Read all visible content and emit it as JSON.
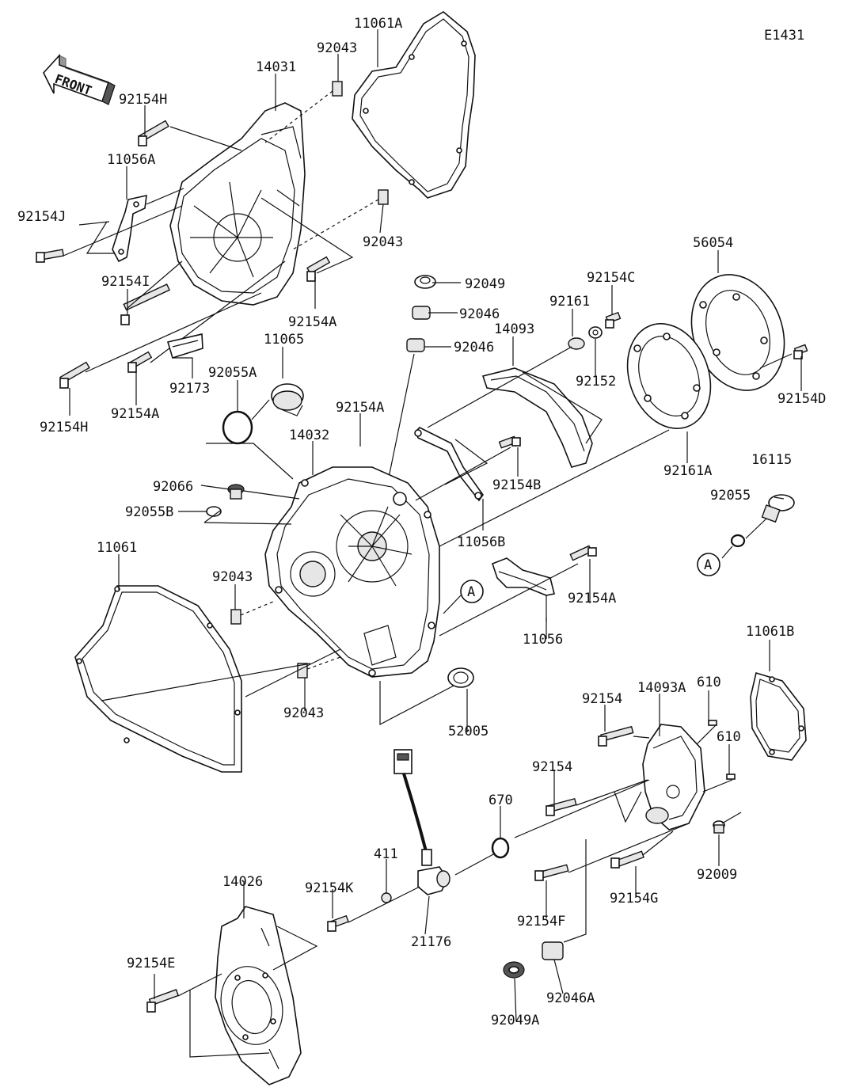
{
  "diagram": {
    "code": "E1431",
    "front_label": "FRONT",
    "callout_a": "A",
    "labels": {
      "p11061A": "11061A",
      "p92043_top": "92043",
      "p14031": "14031",
      "p92154H_top": "92154H",
      "p11056A": "11056A",
      "p92154J": "92154J",
      "p92043_mid": "92043",
      "p92154I": "92154I",
      "p92154A_1": "92154A",
      "p92049": "92049",
      "p92046_1": "92046",
      "p92046_2": "92046",
      "p11065": "11065",
      "p92173": "92173",
      "p92055A": "92055A",
      "p92154H_bot": "92154H",
      "p92154A_2": "92154A",
      "p92154A_3": "92154A",
      "p14032": "14032",
      "p92066": "92066",
      "p92055B": "92055B",
      "p14093": "14093",
      "p92161": "92161",
      "p92154C": "92154C",
      "p92152": "92152",
      "p56054": "56054",
      "p92154D": "92154D",
      "p92161A": "92161A",
      "p92154B": "92154B",
      "p11056B": "11056B",
      "p16115": "16115",
      "p92055": "92055",
      "p11061": "11061",
      "p92043_a": "92043",
      "p92043_b": "92043",
      "p92154A_4": "92154A",
      "p11056": "11056",
      "p11061B": "11061B",
      "p52005": "52005",
      "p92154_1": "92154",
      "p14093A": "14093A",
      "p610_1": "610",
      "p610_2": "610",
      "p92154_2": "92154",
      "p670": "670",
      "p411": "411",
      "p92154K": "92154K",
      "p14026": "14026",
      "p21176": "21176",
      "p92154F": "92154F",
      "p92154G": "92154G",
      "p92009": "92009",
      "p92154E": "92154E",
      "p92046A": "92046A",
      "p92049A": "92049A"
    }
  }
}
